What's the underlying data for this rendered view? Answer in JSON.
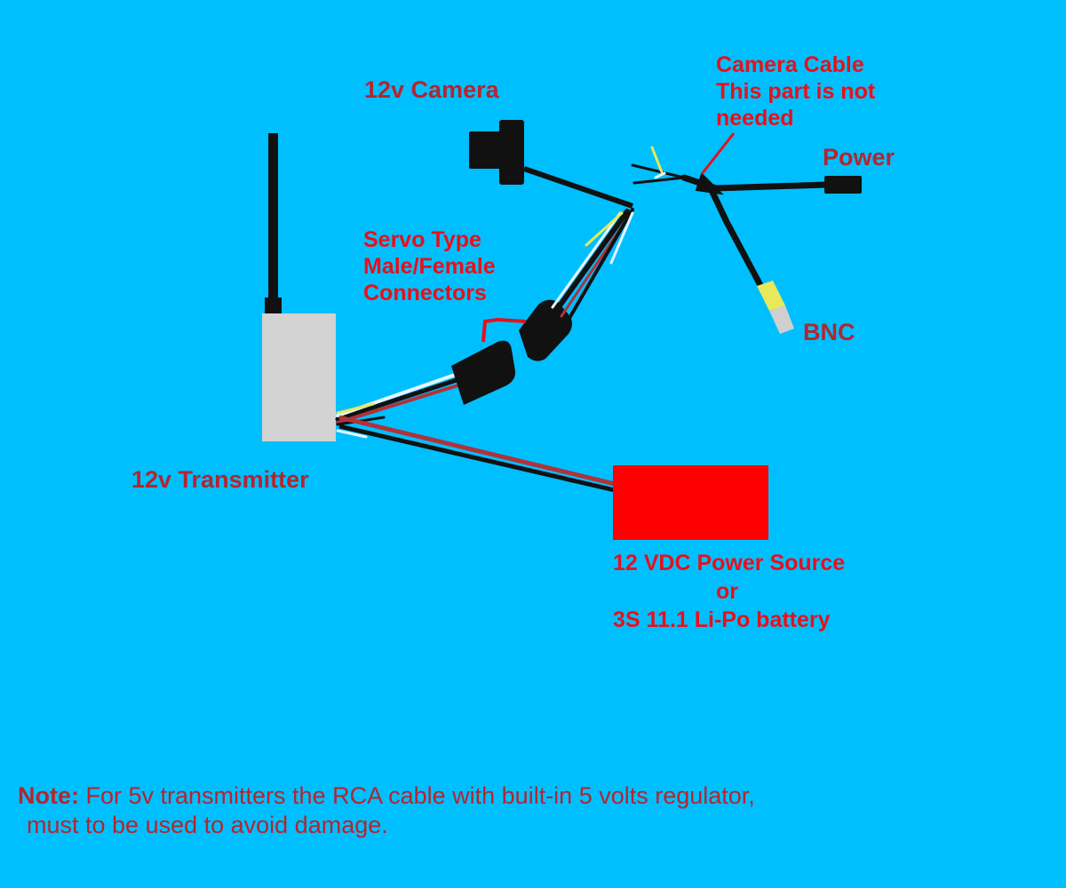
{
  "labels": {
    "camera": "12v Camera",
    "camera_cable": [
      "Camera Cable",
      "This part is not",
      "needed"
    ],
    "power": "Power",
    "bnc": "BNC",
    "servo": [
      "Servo Type",
      "Male/Female",
      "Connectors"
    ],
    "transmitter": "12v Transmitter",
    "power_source": [
      "12 VDC Power Source",
      "or",
      "3S 11.1 Li-Po battery"
    ]
  },
  "note": {
    "prefix": "Note:",
    "line1": " For 5v transmitters the RCA cable with built-in 5 volts regulator,",
    "line2": "must to be used to avoid damage."
  },
  "colors": {
    "background": "#00bfff",
    "label_red": "#e8101a",
    "label_maroon": "#b3262e",
    "power_source_block": "#ff0000",
    "transmitter_body": "#d3d3d3",
    "cable_black": "#111111",
    "wire_red": "#b0323a",
    "wire_white": "#e6f6ff",
    "wire_yellow": "#e8e85a"
  }
}
